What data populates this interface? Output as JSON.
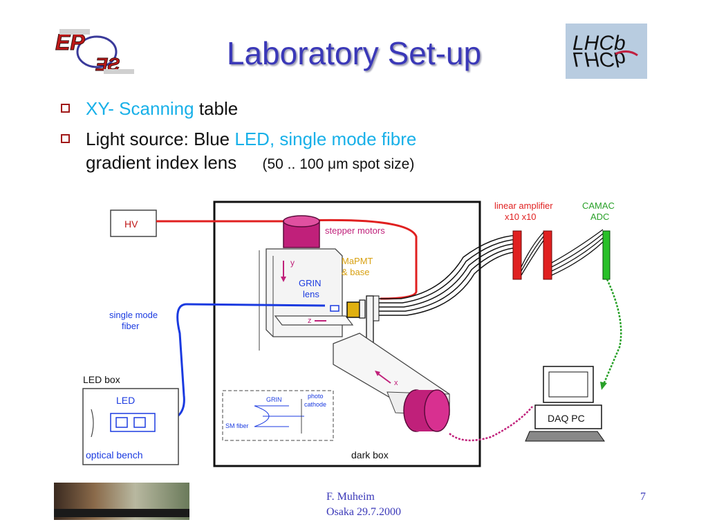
{
  "title": "Laboratory Set-up",
  "logos": {
    "left_text": "EP",
    "right_text": "LHCb"
  },
  "bullets": [
    {
      "cyan": "XY- Scanning",
      "text": " table"
    },
    {
      "text": "Light source: Blue ",
      "cyan": "LED, single mode fibre",
      "line2": "gradient index lens",
      "note": "(50 .. 100 μm spot size)"
    }
  ],
  "diagram": {
    "hv": "HV",
    "stepper_motors": "stepper motors",
    "y_label": "y",
    "grin_lens": [
      "GRIN",
      "lens"
    ],
    "mapmt": [
      "MaPMT",
      "& base"
    ],
    "z_label": "z",
    "x_label": "x",
    "single_mode_fiber": [
      "single mode",
      "fiber"
    ],
    "led_box": "LED box",
    "led": "LED",
    "optical_bench": "optical bench",
    "inset_grin": "GRIN",
    "inset_photo_cathode": [
      "photo",
      "cathode"
    ],
    "inset_sm_fiber": "SM fiber",
    "dark_box": "dark box",
    "linear_amplifier": [
      "linear amplifier",
      "x10  x10"
    ],
    "camac_adc": [
      "CAMAC",
      "ADC"
    ],
    "daq_pc": "DAQ PC"
  },
  "footer": {
    "author": "F. Muheim",
    "venue": "Osaka 29.7.2000",
    "page": "7"
  },
  "colors": {
    "title": "#3a38b8",
    "accent_cyan": "#18b0e8",
    "bullet_box": "#a01818",
    "hv_cable": "#e02020",
    "fibre": "#1a3ae0",
    "adc_cable": "#28a028",
    "motor": "#c0207a"
  }
}
